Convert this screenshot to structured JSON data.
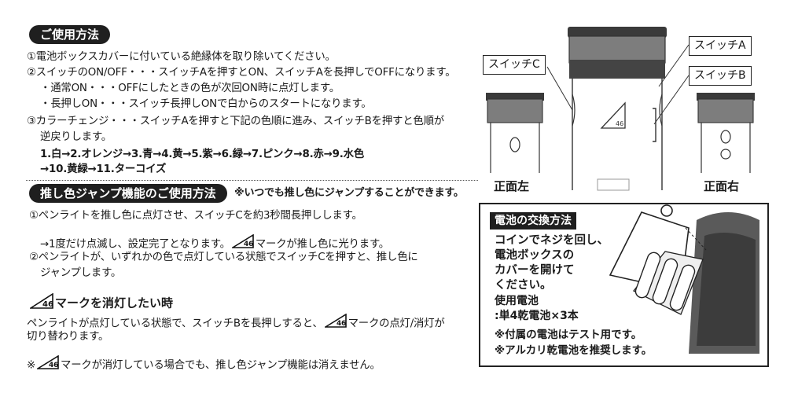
{
  "usage": {
    "title": "ご使用方法",
    "lines": [
      "①電池ボックスカバーに付いている絶縁体を取り除いてください。",
      "②スイッチのON/OFF・・・スイッチAを押すとON、スイッチAを長押しでOFFになります。",
      "・通常ON・・・OFFにしたときの色が次回ON時に点灯します。",
      "・長押しON・・・スイッチ長押しONで白からのスタートになります。",
      "③カラーチェンジ・・・スイッチAを押すと下記の色順に進み、スイッチBを押すと色順が",
      "逆戻りします。"
    ],
    "colors_line1": "1.白→2.オレンジ→3.青→4.黄→5.紫→6.緑→7.ピンク→8.赤→9.水色",
    "colors_line2": "→10.黄緑→11.ターコイズ"
  },
  "jump": {
    "title": "推し色ジャンプ機能のご使用方法",
    "note": "※いつでも推し色にジャンプすることができます。",
    "line1": "①ペンライトを推し色に点灯させ、スイッチCを約3秒間長押しします。",
    "line2a": "→1度だけ点滅し、設定完了となります。",
    "line2b": "マークが推し色に光ります。",
    "line3": "②ペンライトが、いずれかの色で点灯している状態でスイッチCを押すと、推し色に",
    "line4": "ジャンプします。"
  },
  "mark": {
    "badge_text": "46",
    "heading": "マークを消灯したい時",
    "line1a": "ペンライトが点灯している状態で、スイッチBを長押しすると、",
    "line1b": "マークの点灯/消灯が",
    "line2": "切り替わります。",
    "note_prefix": "※",
    "note_rest": "マークが消灯している場合でも、推し色ジャンプ機能は消えません。"
  },
  "diagram": {
    "switch_a": "スイッチA",
    "switch_b": "スイッチB",
    "switch_c": "スイッチC",
    "front_left": "正面左",
    "front_right": "正面右"
  },
  "battery": {
    "title": "電池の交換方法",
    "lines": [
      "コインでネジを回し、",
      "電池ボックスの",
      "カバーを開けて",
      "ください。",
      "使用電池",
      ":単4乾電池×3本",
      "※付属の電池はテスト用です。",
      "※アルカリ乾電池を推奨します。"
    ]
  }
}
